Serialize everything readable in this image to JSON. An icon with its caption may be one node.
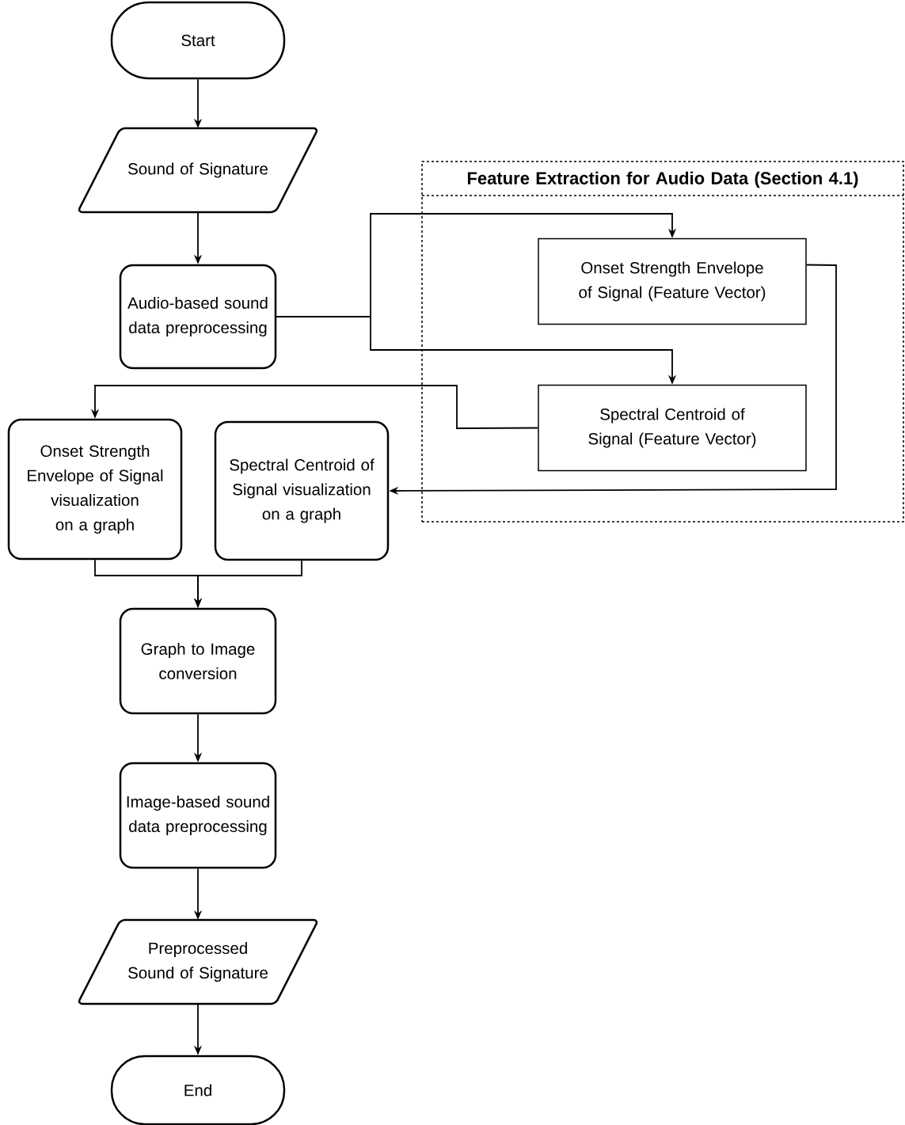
{
  "diagram": {
    "nodes": [
      {
        "text": [
          "Start"
        ]
      },
      {
        "text": [
          "Sound of Signature"
        ]
      },
      {
        "text": [
          "Audio-based sound data preprocessing"
        ]
      },
      {
        "text": [
          "Feature Extraction for Audio Data (Section 4.1)"
        ]
      },
      {
        "text": [
          "Onset Strength Envelope of Signal (Feature Vector)"
        ],
        "in": 3
      },
      {
        "text": [
          "Spectral Centroid of Signal (Feature Vector)"
        ],
        "in": 3
      },
      {
        "text": [
          "Onset Strength Envelope of Signal visualization on a graph"
        ]
      },
      {
        "text": [
          "Spectral Centroid of Signal visualization on a graph"
        ]
      },
      {
        "text": [
          "Graph to Image conversion"
        ]
      },
      {
        "text": [
          "Image-based sound data preprocessing"
        ]
      },
      {
        "text": [
          "Preprocessed Sound of Signature"
        ]
      },
      {
        "text": [
          "End"
        ]
      }
    ],
    "edges": [
      {
        "from": 0,
        "to": 1,
        "arrow": "to"
      },
      {
        "from": 1,
        "to": 2,
        "arrow": "to"
      },
      {
        "from": 2,
        "to": 4,
        "arrow": "to"
      },
      {
        "from": 2,
        "to": 5,
        "arrow": "to"
      },
      {
        "from": 5,
        "to": 6,
        "arrow": "to"
      },
      {
        "from": 4,
        "to": 7,
        "arrow": "to"
      },
      {
        "from": 6,
        "to": 8,
        "arrow": "to"
      },
      {
        "from": 7,
        "to": 8,
        "arrow": "to"
      },
      {
        "from": 8,
        "to": 9,
        "arrow": "to"
      },
      {
        "from": 9,
        "to": 10,
        "arrow": "to"
      },
      {
        "from": 10,
        "to": 11,
        "arrow": "to"
      }
    ]
  }
}
